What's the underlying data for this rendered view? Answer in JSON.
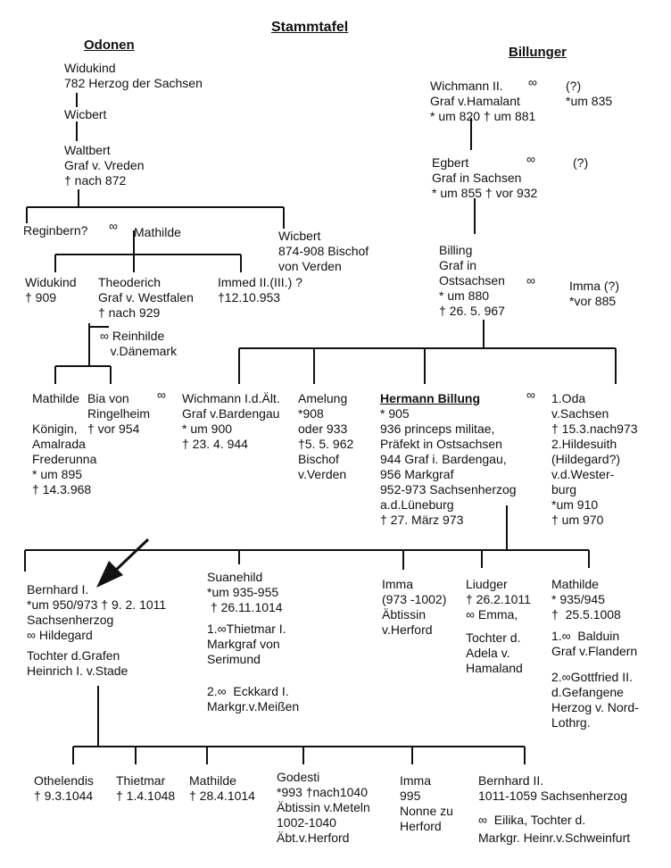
{
  "title": "Stammtafel",
  "odonen": {
    "heading": "Odonen",
    "widukind": "Widukind\n782 Herzog der Sachsen",
    "wicbert1": "Wicbert",
    "waltbert": "Waltbert\nGraf v. Vreden\n† nach 872",
    "reginbern": "Reginbern?",
    "marriage1": "∞",
    "mathilde1": "Mathilde",
    "wicbert2": "Wicbert\n874-908 Bischof\nvon Verden",
    "widukind2": "Widukind\n† 909",
    "theoderich": "Theoderich\nGraf v. Westfalen\n† nach 929",
    "immed": "Immed II.(III.) ?\n†12.10.953",
    "reinhilde": "∞ Reinhilde\n   v.Dänemark"
  },
  "billunger": {
    "heading": "Billunger",
    "wichmann2": "Wichmann II.\nGraf v.Hamalant\n* um 820 † um 881",
    "wichmann2_marriage": "∞",
    "wichmann2_spouse": "(?)\n*um 835",
    "egbert": "Egbert\nGraf in Sachsen\n* um 855 † vor 932",
    "egbert_marriage": "∞",
    "egbert_spouse": "(?)",
    "billing": "Billing\nGraf in\nOstsachsen\n* um 880\n† 26. 5. 967",
    "billing_marriage": "∞",
    "imma": "Imma (?)\n*vor 885"
  },
  "gen3": {
    "mathilde": "Mathilde\n\nKönigin,\nAmalrada\nFrederunna\n* um 895\n† 14.3.968",
    "bia": "Bia von\nRingelheim\n† vor 954",
    "bia_marriage": "∞",
    "wichmann1": "Wichmann I.d.Ält.\nGraf v.Bardengau\n* um 900\n† 23. 4. 944",
    "amelung": "Amelung\n*908\noder 933\n†5. 5. 962\nBischof\nv.Verden",
    "hermann_name": "Hermann Billung",
    "hermann_details": "* 905\n936 princeps militae,\nPräfekt in Ostsachsen\n944 Graf i. Bardengau,\n956 Markgraf\n952-973 Sachsenherzog\na.d.Lüneburg\n† 27. März 973",
    "hermann_marriage": "∞",
    "oda": "1.Oda\nv.Sachsen\n† 15.3.nach973\n2.Hildesuith\n(Hildegard?)\nv.d.Wester-\nburg\n*um 910\n† um 970"
  },
  "gen4": {
    "bernhard1": "Bernhard I.\n*um 950/973 † 9. 2. 1011\nSachsenherzog\n∞ Hildegard",
    "bernhard1_note": "Tochter d.Grafen\nHeinrich I. v.Stade",
    "suanehild": "Suanehild\n*um 935-955\n † 26.11.1014",
    "suanehild_m1": "1.∞Thietmar I.\nMarkgraf von\nSerimund",
    "suanehild_m2": "2.∞  Eckkard I.\nMarkgr.v.Meißen",
    "imma": "Imma\n(973 -1002)\nÄbtissin\nv.Herford",
    "liudger": "Liudger\n† 26.2.1011\n∞ Emma,",
    "liudger_note": "Tochter d.\nAdela v.\nHamaland",
    "mathilde": "Mathilde\n* 935/945\n†  25.5.1008",
    "mathilde_m1": "1.∞  Balduin\nGraf v.Flandern",
    "mathilde_m2": "2.∞Gottfried II.\nd.Gefangene\nHerzog v. Nord-\nLothrg."
  },
  "gen5": {
    "othelendis": "Othelendis\n† 9.3.1044",
    "thietmar": "Thietmar\n† 1.4.1048",
    "mathilde": "Mathilde\n† 28.4.1014",
    "godesti": "Godesti\n*993 †nach1040\nÄbtissin v.Meteln\n1002-1040\nÄbt.v.Herford",
    "imma": "Imma\n995\nNonne zu\nHerford",
    "bernhard2": "Bernhard II.\n1011-1059 Sachsenherzog",
    "bernhard2_marriage": "∞  Eilika, Tochter d.",
    "bernhard2_note": "Markgr. Heinr.v.Schweinfurt"
  }
}
